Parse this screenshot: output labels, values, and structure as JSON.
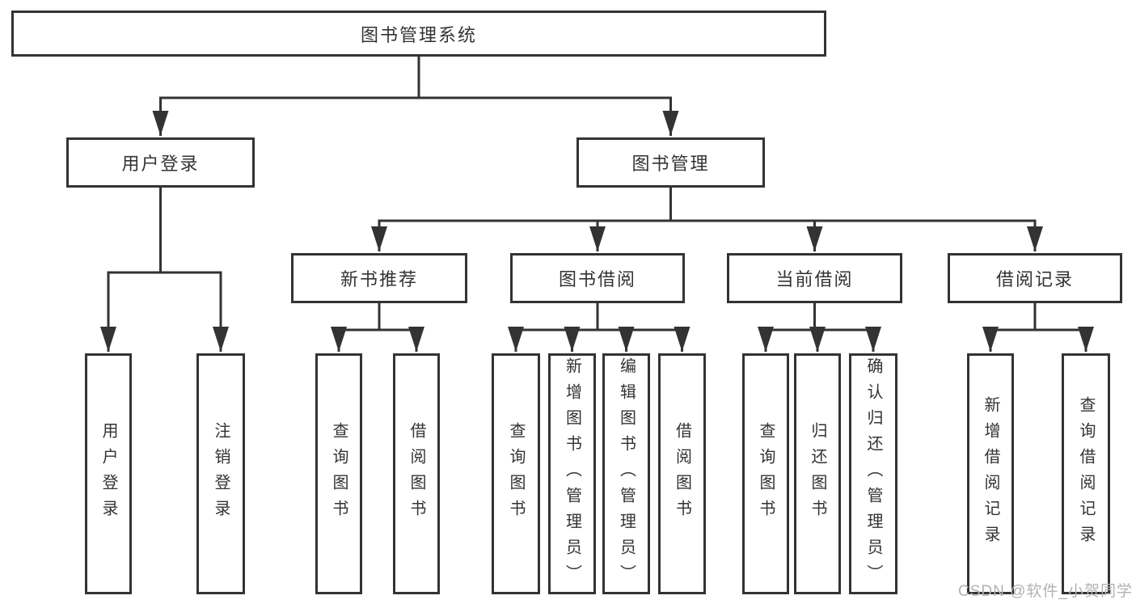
{
  "diagram": {
    "root": {
      "label": "图书管理系统"
    },
    "branches": [
      {
        "label": "用户登录",
        "children": [
          {
            "label": "用户登录"
          },
          {
            "label": "注销登录"
          }
        ]
      },
      {
        "label": "图书管理",
        "children": [
          {
            "label": "新书推荐",
            "children": [
              {
                "label": "查询图书"
              },
              {
                "label": "借阅图书"
              }
            ]
          },
          {
            "label": "图书借阅",
            "children": [
              {
                "label": "查询图书"
              },
              {
                "label": "新增图书（管理员）"
              },
              {
                "label": "编辑图书（管理员）"
              },
              {
                "label": "借阅图书"
              }
            ]
          },
          {
            "label": "当前借阅",
            "children": [
              {
                "label": "查询图书"
              },
              {
                "label": "归还图书"
              },
              {
                "label": "确认归还（管理员）"
              }
            ]
          },
          {
            "label": "借阅记录",
            "children": [
              {
                "label": "新增借阅记录"
              },
              {
                "label": "查询借阅记录"
              }
            ]
          }
        ]
      }
    ]
  },
  "watermark": "CSDN @软件_小贺同学",
  "colors": {
    "line": "#333333",
    "box_border": "#333333",
    "text": "#333333",
    "watermark": "#b5b1b1",
    "background": "#ffffff"
  }
}
